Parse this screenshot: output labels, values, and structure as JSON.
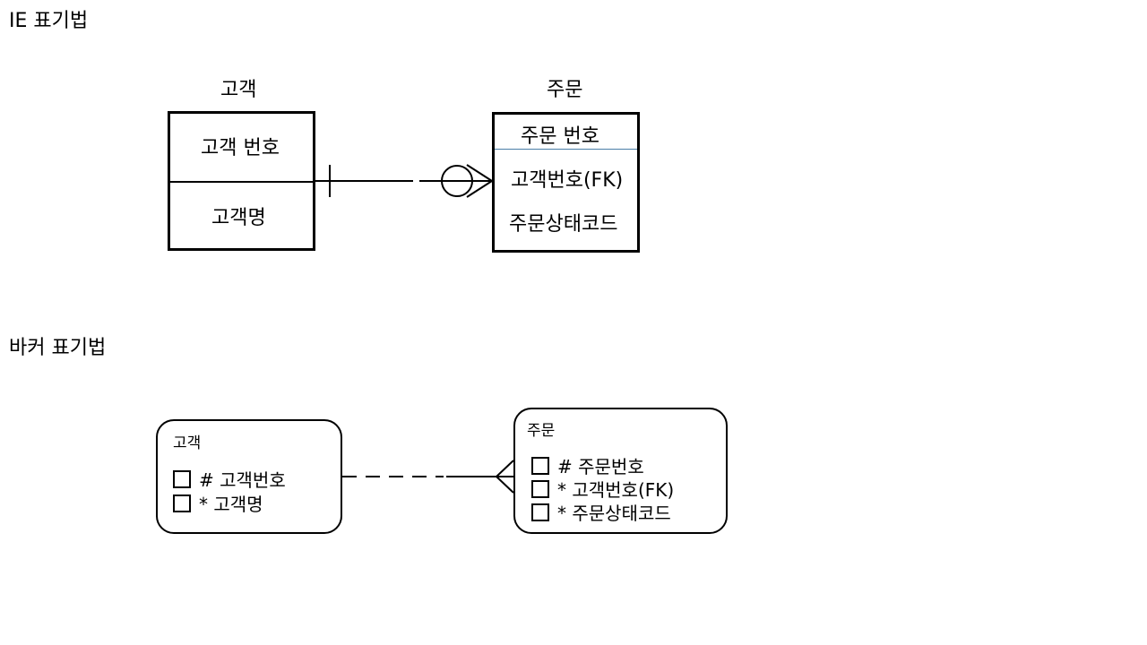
{
  "ie": {
    "title": "IE 표기법",
    "customer": {
      "name": "고객",
      "pk": "고객 번호",
      "attr": "고객명"
    },
    "order": {
      "name": "주문",
      "pk": "주문 번호",
      "attrs": [
        "고객번호(FK)",
        "주문상태코드"
      ]
    }
  },
  "barker": {
    "title": "바커 표기법",
    "customer": {
      "name": "고객",
      "attrs": [
        "# 고객번호",
        "* 고객명"
      ]
    },
    "order": {
      "name": "주문",
      "attrs": [
        "# 주문번호",
        "* 고객번호(FK)",
        "* 주문상태코드"
      ]
    }
  }
}
